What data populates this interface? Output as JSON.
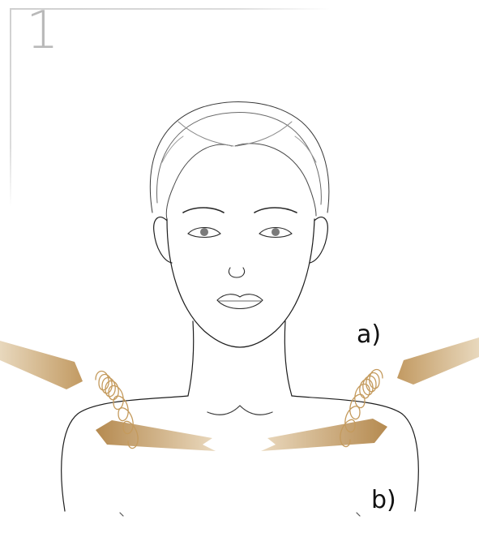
{
  "step": {
    "number": "1"
  },
  "labels": {
    "a": "a)",
    "b": "b)"
  },
  "colors": {
    "accent_gold": "#c8a97a",
    "spiral_gold": "#c49a5c",
    "frame": "#d2d2d2",
    "ink": "#1e1e1e"
  }
}
